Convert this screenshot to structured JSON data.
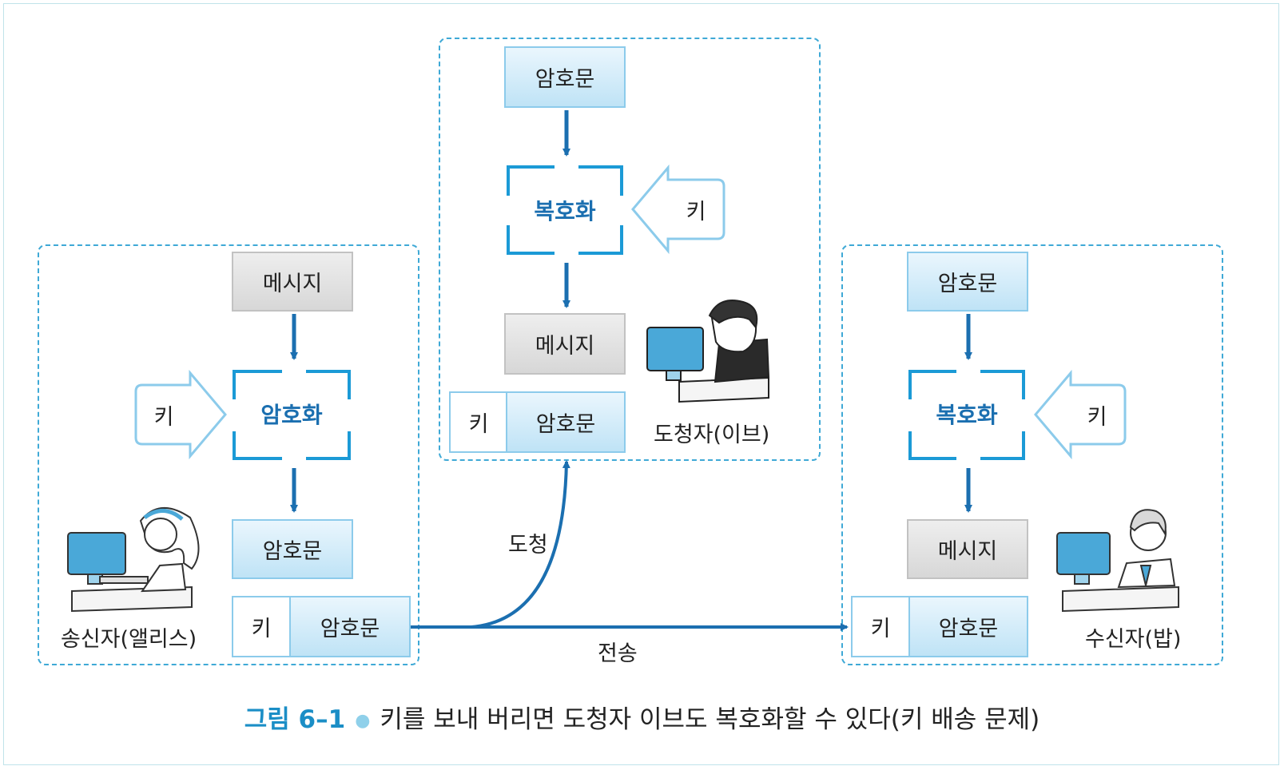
{
  "labels": {
    "message": "메시지",
    "ciphertext": "암호문",
    "key": "키",
    "encrypt": "암호화",
    "decrypt": "복호화"
  },
  "people": {
    "sender": "송신자(앨리스)",
    "eavesdropper": "도청자(이브)",
    "receiver": "수신자(밥)"
  },
  "edges": {
    "intercept": "도청",
    "transmit": "전송"
  },
  "caption": {
    "number": "그림 6–1",
    "text": "키를 보내 버리면 도청자 이브도 복호화할 수 있다(키 배송 문제)"
  },
  "colors": {
    "accent": "#1b6fb0",
    "panel_border": "#3fa9d6",
    "cipher_fill": "#bfe3f6",
    "message_fill": "#d7d7d7"
  }
}
